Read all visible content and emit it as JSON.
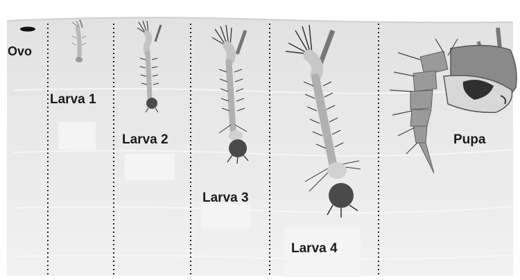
{
  "stages": [
    {
      "id": "ovo",
      "label": "Ovo"
    },
    {
      "id": "larva1",
      "label": "Larva 1"
    },
    {
      "id": "larva2",
      "label": "Larva 2"
    },
    {
      "id": "larva3",
      "label": "Larva 3"
    },
    {
      "id": "larva4",
      "label": "Larva 4"
    },
    {
      "id": "pupa",
      "label": "Pupa"
    }
  ],
  "colors": {
    "water": "#ececec",
    "body": "#b3b3b3",
    "head": "#4a4a4a",
    "pupa_body": "#8e8e8e",
    "divider": "#222222"
  }
}
